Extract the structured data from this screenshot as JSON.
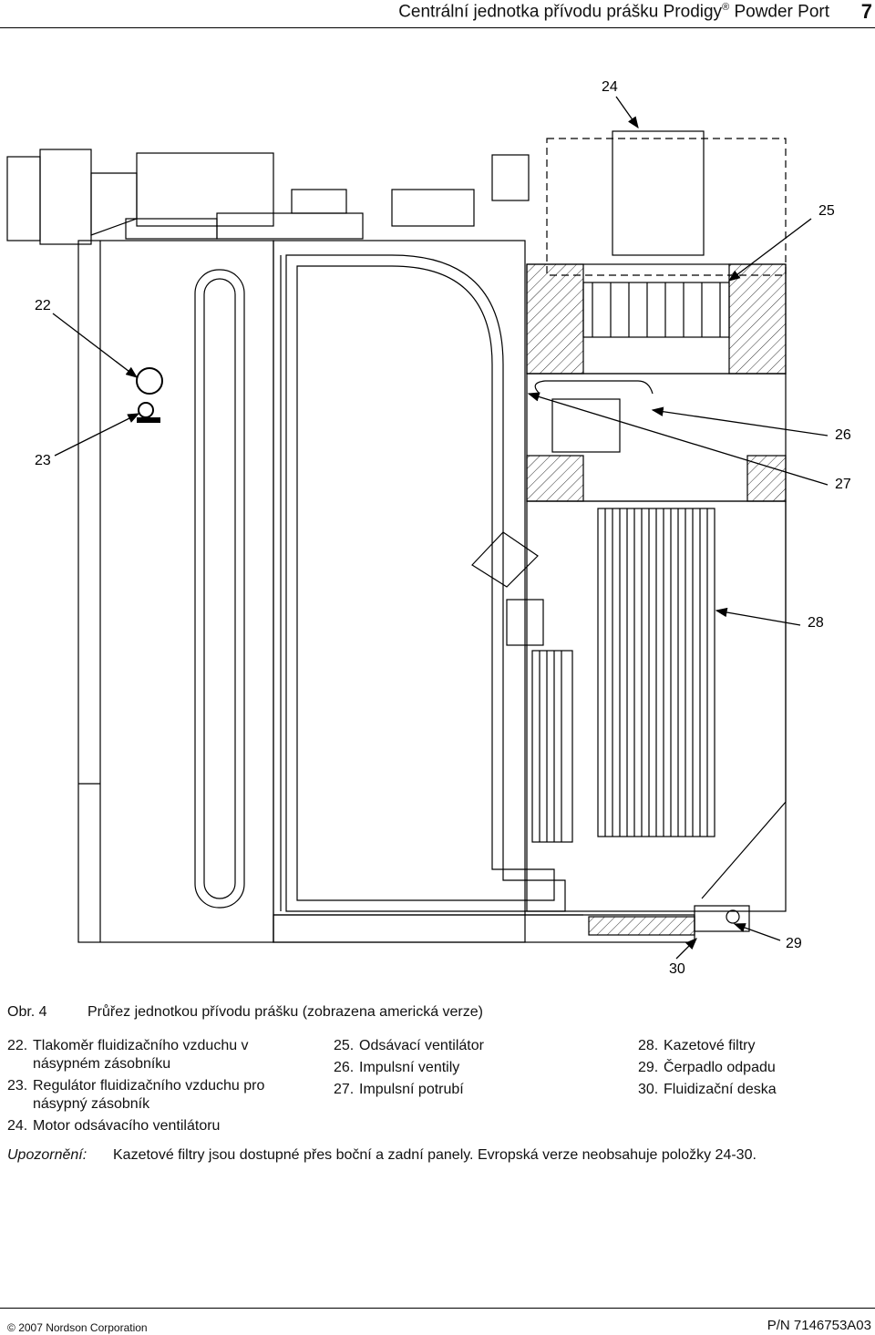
{
  "header": {
    "title": "Centrální jednotka přívodu prášku Prodigy",
    "registered": "®",
    "title_suffix": "Powder Port",
    "page_number": "7"
  },
  "figure": {
    "callouts": [
      "24",
      "25",
      "22",
      "23",
      "26",
      "27",
      "28",
      "29",
      "30"
    ],
    "number": "Obr. 4",
    "caption": "Průřez jednotkou přívodu prášku (zobrazena americká verze)"
  },
  "legend": {
    "col1": [
      {
        "num": "22.",
        "text": "Tlakoměr fluidizačního vzduchu v násypném zásobníku"
      },
      {
        "num": "23.",
        "text": "Regulátor fluidizačního vzduchu pro násypný zásobník"
      },
      {
        "num": "24.",
        "text": "Motor odsávacího ventilátoru"
      }
    ],
    "col2": [
      {
        "num": "25.",
        "text": "Odsávací ventilátor"
      },
      {
        "num": "26.",
        "text": "Impulsní ventily"
      },
      {
        "num": "27.",
        "text": "Impulsní potrubí"
      }
    ],
    "col3": [
      {
        "num": "28.",
        "text": "Kazetové filtry"
      },
      {
        "num": "29.",
        "text": "Čerpadlo odpadu"
      },
      {
        "num": "30.",
        "text": "Fluidizační deska"
      }
    ]
  },
  "note": {
    "label": "Upozornění:",
    "text": "Kazetové filtry jsou dostupné přes boční a zadní panely. Evropská verze neobsahuje položky 24-30."
  },
  "footer": {
    "copyright_symbol": "©",
    "copyright": "2007 Nordson Corporation",
    "part_number": "P/N 7146753A03"
  }
}
